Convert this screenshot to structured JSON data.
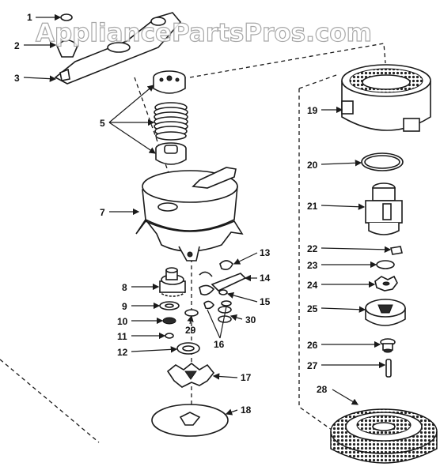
{
  "watermark": "AppliancePartsPros.com",
  "callouts": [
    "1",
    "2",
    "3",
    "5",
    "7",
    "8",
    "9",
    "10",
    "11",
    "12",
    "13",
    "14",
    "15",
    "16",
    "17",
    "18",
    "19",
    "20",
    "21",
    "22",
    "23",
    "24",
    "25",
    "26",
    "27",
    "28",
    "29",
    "30"
  ],
  "colors": {
    "ink": "#1a1a1a",
    "background": "#ffffff",
    "watermark_outline": "#9a9a9a"
  }
}
